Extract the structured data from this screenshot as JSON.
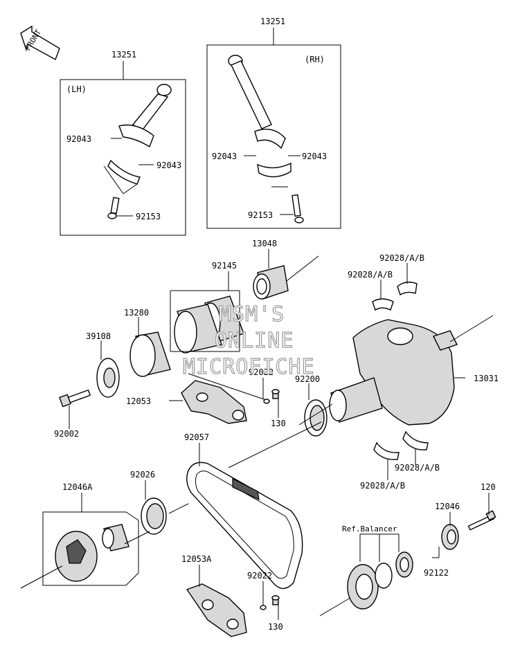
{
  "front_label": "FRONT",
  "watermark": [
    "MSM'S",
    "ONLINE",
    "MICROFICHE"
  ],
  "boxes": {
    "lh": {
      "tag": "(LH)",
      "part_no": "13251"
    },
    "rh": {
      "tag": "(RH)",
      "part_no": "13251"
    }
  },
  "callouts": {
    "lh_92043_a": "92043",
    "lh_92043_b": "92043",
    "lh_92153": "92153",
    "rh_92043_a": "92043",
    "rh_92043_b": "92043",
    "rh_92153": "92153",
    "p13048": "13048",
    "p92145": "92145",
    "p13280": "13280",
    "p39108": "39108",
    "p92002": "92002",
    "p12053": "12053",
    "p92022_a": "92022",
    "p130_a": "130",
    "p92200": "92200",
    "p92028_1": "92028/A/B",
    "p92028_2": "92028/A/B",
    "p92028_3": "92028/A/B",
    "p92028_4": "92028/A/B",
    "p13031": "13031",
    "p92057": "92057",
    "p12046A": "12046A",
    "p92026": "92026",
    "p12053A": "12053A",
    "p92022_b": "92022",
    "p130_b": "130",
    "ref_balancer": "Ref.Balancer",
    "p12046": "12046",
    "p120": "120",
    "p92122": "92122"
  }
}
